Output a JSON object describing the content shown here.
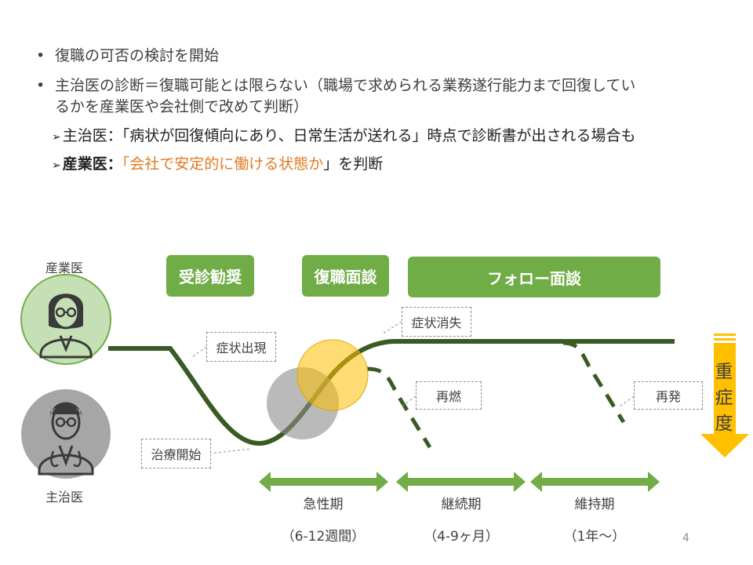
{
  "bullets": [
    {
      "text": "復職の可否の検討を開始"
    },
    {
      "line1": "主治医の診断＝復職可能とは限らない（職場で求められる業務遂行能力まで回復してい",
      "line2": "るかを産業医や会社側で改めて判断）"
    }
  ],
  "sub_points": [
    {
      "label": "主治医：",
      "text": "「病状が回復傾向にあり、日常生活が送れる」時点で診断書が出される場合も"
    },
    {
      "label": "産業医：",
      "quote_open": "「",
      "highlight": "会社で安定的に働ける状態か",
      "quote_close": "」を判断",
      "highlight_color": "#E07B22"
    }
  ],
  "roles": {
    "occupational_physician": "産業医",
    "attending_physician": "主治医"
  },
  "phases": [
    "受診勧奨",
    "復職面談",
    "フォロー面談"
  ],
  "callouts": {
    "onset": "症状出現",
    "treatment_start": "治療開始",
    "symptom_resolved": "症状消失",
    "relapse": "再燃",
    "recurrence": "再発"
  },
  "periods": [
    {
      "name": "急性期",
      "duration": "（6-12週間）"
    },
    {
      "name": "継続期",
      "duration": "（4-9ヶ月）"
    },
    {
      "name": "維持期",
      "duration": "（1年～）"
    }
  ],
  "severity_label": [
    "重",
    "症",
    "度"
  ],
  "page_number": "4",
  "colors": {
    "green_box": "#70AD47",
    "dark_green_curve": "#3A5A24",
    "arrow_green": "#70AD47",
    "severity_arrow": "#FFC000",
    "highlight_orange": "#E07B22",
    "avatar_female_bg": "#C5E0B4",
    "avatar_male_bg": "#A6A6A6"
  }
}
